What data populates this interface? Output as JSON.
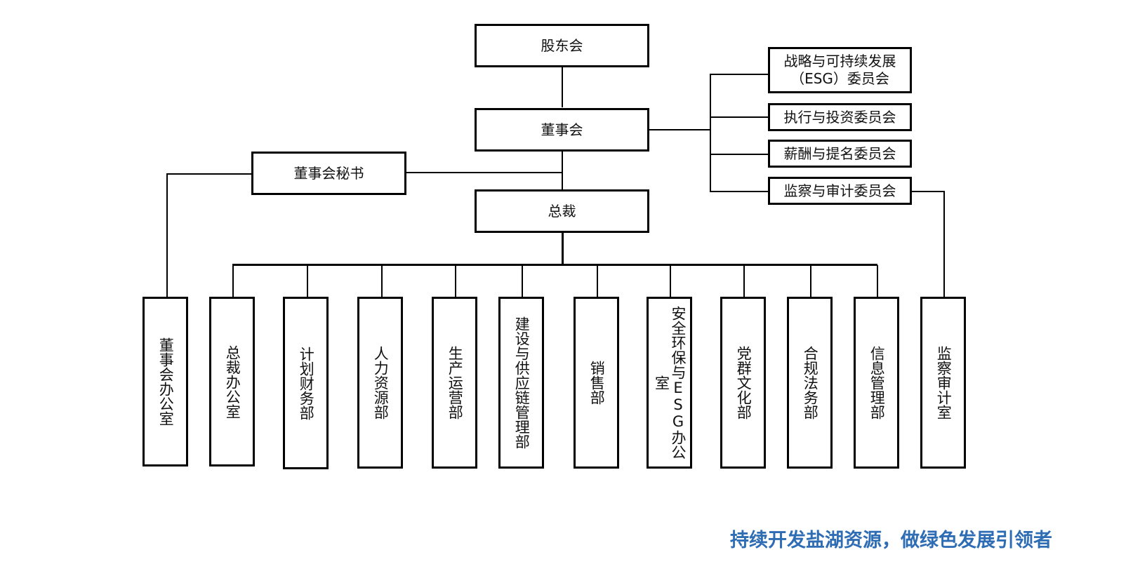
{
  "org": {
    "shareholders": "股东会",
    "board": "董事会",
    "board_secretary": "董事会秘书",
    "president": "总裁",
    "committees": [
      "战略与可持续发展（ESG）委员会",
      "执行与投资委员会",
      "薪酬与提名委员会",
      "监察与审计委员会"
    ],
    "departments": [
      "董事会办公室",
      "总裁办公室",
      "计划财务部",
      "人力资源部",
      "生产运营部",
      "建设与供应链管理部",
      "销售部",
      "安全环保与ESG办公室",
      "党群文化部",
      "合规法务部",
      "信息管理部",
      "监察审计室"
    ]
  },
  "slogan": "持续开发盐湖资源，做绿色发展引领者",
  "colors": {
    "slogan": "#2e6db4",
    "line": "#000000",
    "box_border": "#000000"
  }
}
